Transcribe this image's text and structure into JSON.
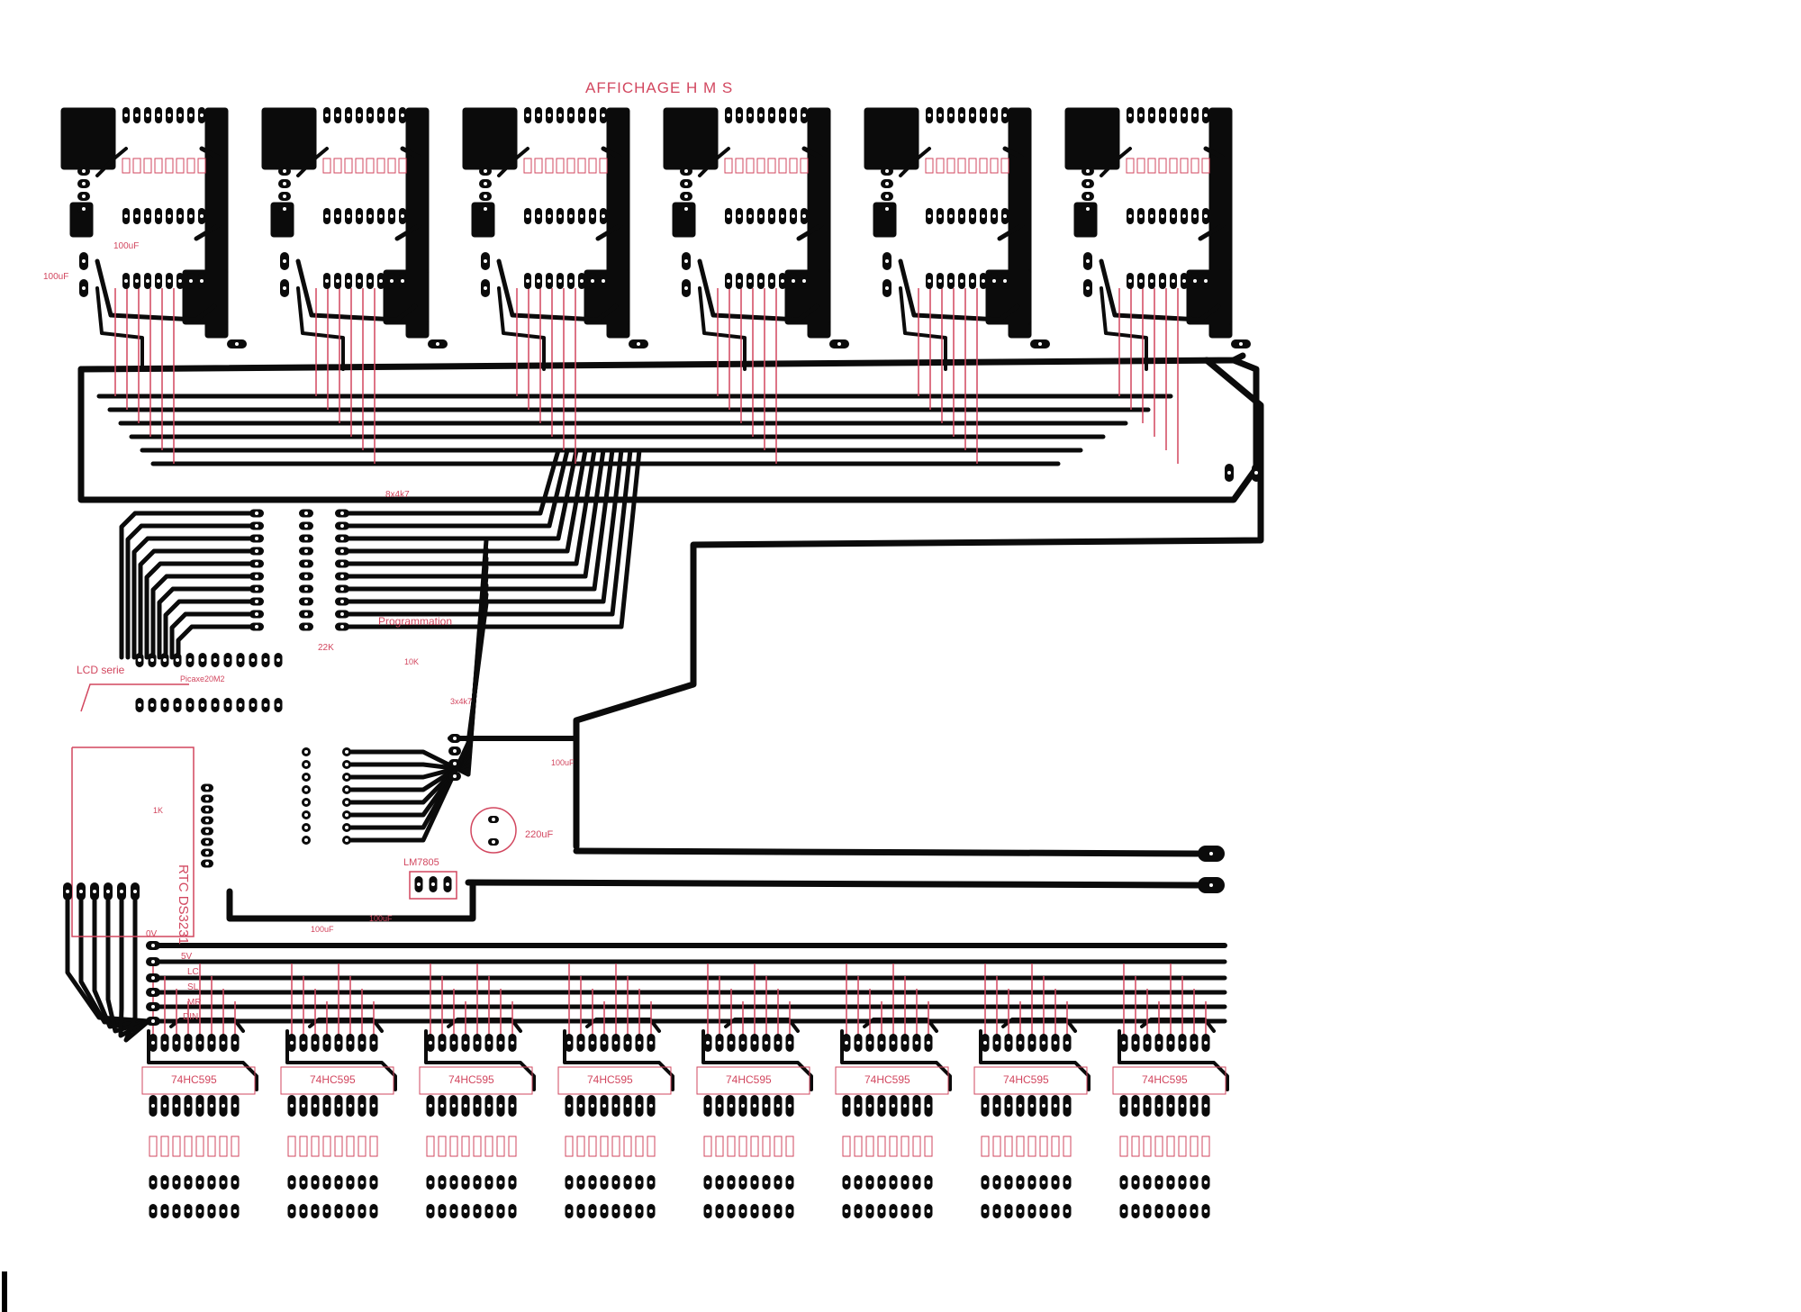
{
  "title": "AFFICHAGE H M S",
  "colors": {
    "copper": "#0b0b0b",
    "silk": "#d2475f",
    "background": "#ffffff"
  },
  "labels": {
    "cap_100uf_top": "100uF",
    "cap_100uf_left": "100uF",
    "res_8x4k7": "8x4k7",
    "programmation": "Programmation",
    "res_22k": "22K",
    "res_10k": "10K",
    "lcd_serie": "LCD serie",
    "picaxe": "Picaxe20M2",
    "res_3x4k7": "3x4k7",
    "cap_100uf_mid": "100uF",
    "cap_220uf": "220uF",
    "regulator": "LM7805",
    "rtc": "RTC DS3231",
    "res_1k": "1K",
    "cap_100uf_bot1": "100uF",
    "cap_100uf_bot2": "100uF",
    "bus_0v": "0V",
    "bus_5v": "5V",
    "bus_lc": "LC",
    "bus_sl": "SL",
    "bus_mr": "MR",
    "bus_din": "DIN"
  },
  "shift_registers": [
    "74HC595",
    "74HC595",
    "74HC595",
    "74HC595",
    "74HC595",
    "74HC595",
    "74HC595",
    "74HC595"
  ],
  "digit_modules": 6
}
